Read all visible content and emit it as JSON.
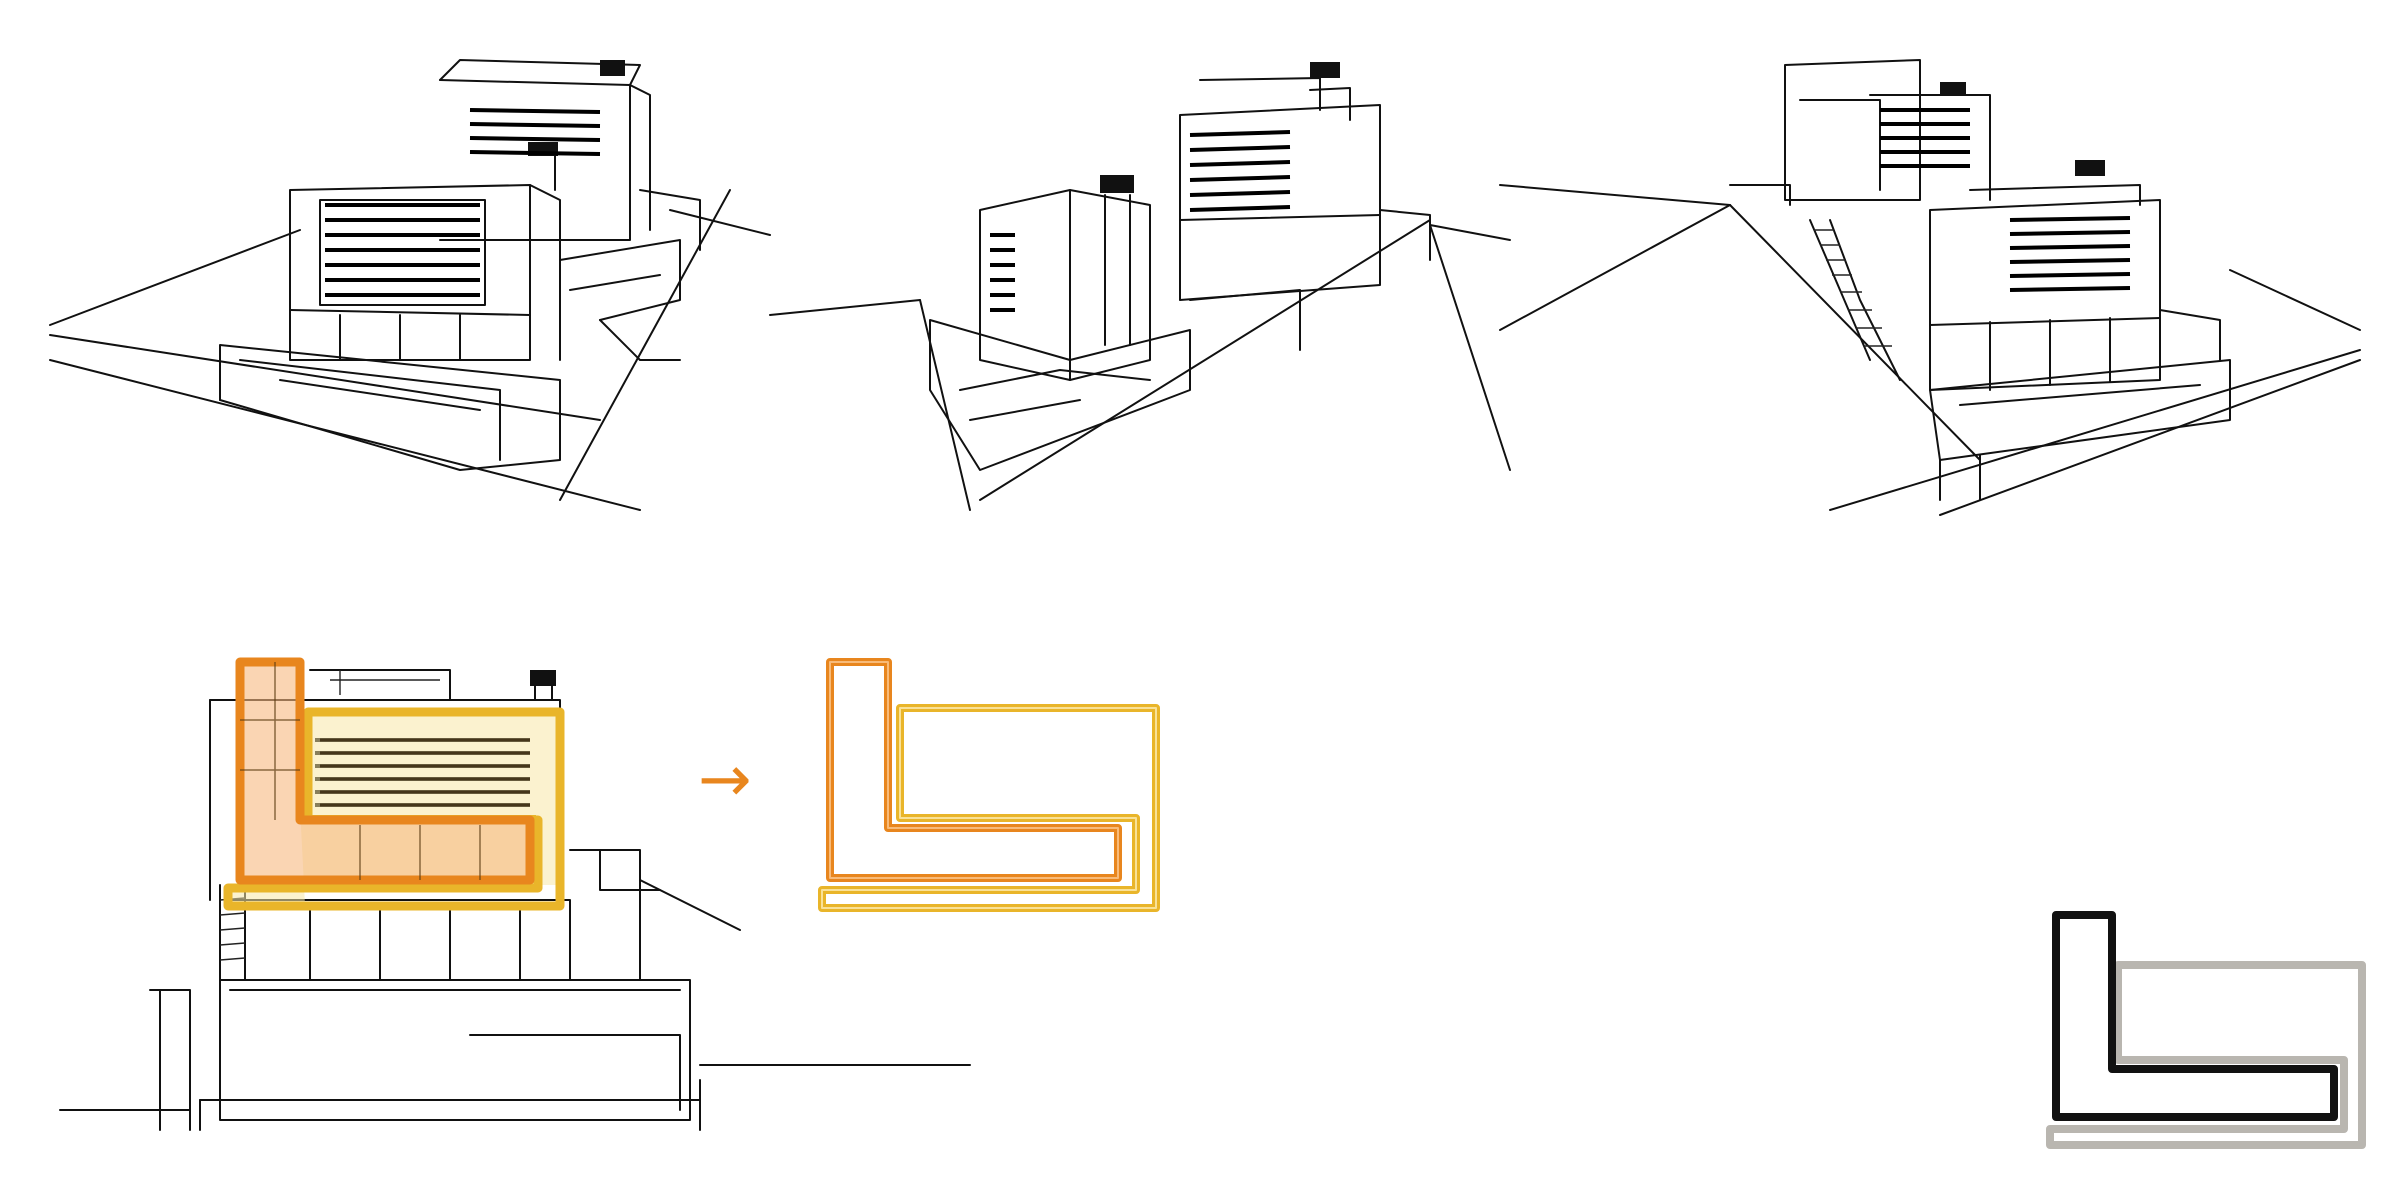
{
  "figure": {
    "panels": [
      "perspective-view-1",
      "perspective-view-2",
      "perspective-view-3",
      "facade-elevation",
      "l-shape-diagram-color",
      "l-shape-diagram-mono"
    ],
    "arrow_symbol": "→",
    "colors": {
      "orange": "#e8861e",
      "orange_fill": "#f6b981",
      "yellow": "#e9b52a",
      "yellow_fill": "#f8e7a8",
      "black": "#111111",
      "gray": "#b9b6b0"
    }
  }
}
